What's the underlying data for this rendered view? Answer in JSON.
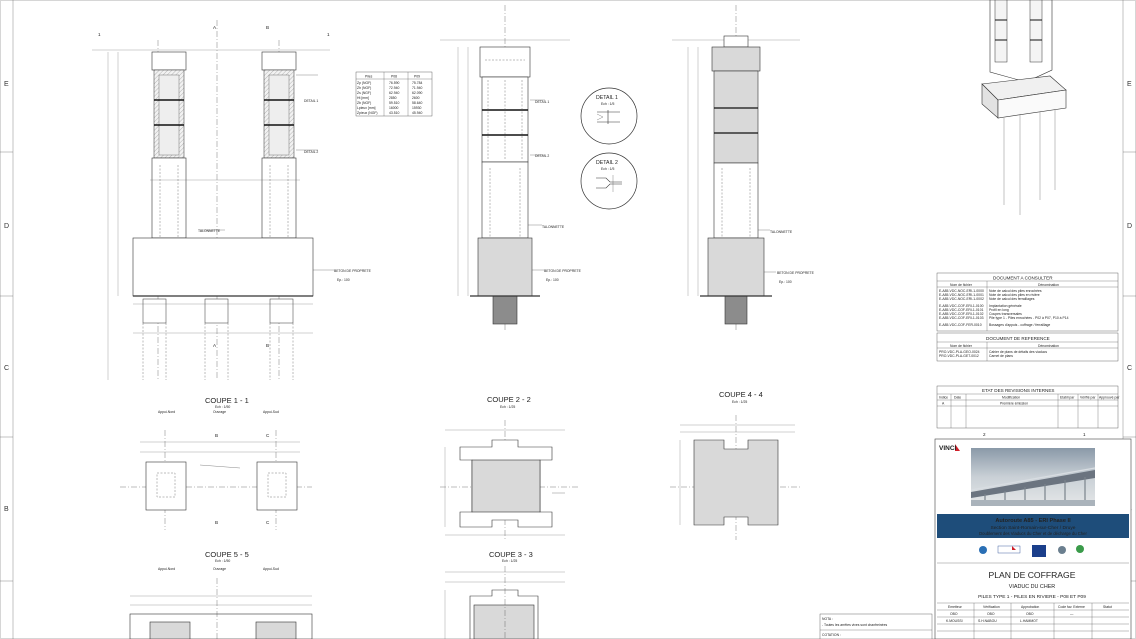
{
  "edge_letters": [
    "E",
    "D",
    "C",
    "B"
  ],
  "edge_numbers": [
    "2",
    "1"
  ],
  "tops": {
    "a_left": "A",
    "b_left": "B",
    "num1": "1",
    "a_left_bottom": "A",
    "b_left_bottom": "B"
  },
  "levels_table": {
    "headers": [
      "Piles",
      "P08",
      "P09"
    ],
    "rows": [
      [
        "Zp (NGF)",
        "76.590",
        "75.784"
      ],
      [
        "Zh (NGF)",
        "72.940",
        "71.940"
      ],
      [
        "Zs (NGF)",
        "62.940",
        "62.090"
      ],
      [
        "Ht [mm]",
        "2850",
        "2600"
      ],
      [
        "Zb (NGF)",
        "59.510",
        "58.640"
      ],
      [
        "Lpieux [mm]",
        "16000",
        "15930"
      ],
      [
        "Zpieux (NGF)",
        "43.510",
        "45.940"
      ]
    ]
  },
  "details": [
    {
      "title": "DETAIL 1",
      "scale": "Ech : 1/5"
    },
    {
      "title": "DETAIL 2",
      "scale": "Ech : 1/5"
    }
  ],
  "sections": [
    {
      "title": "COUPE 1 - 1",
      "scale": "Ech : 1/50"
    },
    {
      "title": "COUPE 2 - 2",
      "scale": "Ech : 1/25"
    },
    {
      "title": "COUPE 4 - 4",
      "scale": "Ech : 1/25"
    },
    {
      "title": "COUPE 5 - 5",
      "scale": "Ech : 1/50"
    },
    {
      "title": "COUPE 3 - 3",
      "scale": "Ech : 1/25"
    }
  ],
  "plan_labels": {
    "appui_nord": "Appui-Nord",
    "ouvrage": "Ouvrage",
    "appui_sud": "Appui-Sud",
    "appui_nord_2": "Appui-Nord",
    "ouvrage_2": "Ouvrage",
    "appui_sud_2": "Appui-Sud"
  },
  "annotations": {
    "talonnette": "TALONNETTE",
    "beton_proprete": "BETON DE PROPRETE",
    "detail_1": "DETAIL 1",
    "detail_2": "DETAIL 2",
    "beton_ep": "Ep.: 100"
  },
  "doc_consult": {
    "title": "DOCUMENT A CONSULTER",
    "headers": [
      "Nom de fichier",
      "Dénomination"
    ],
    "rows": [
      [
        "E-A85-VDC-NOC-ERI-1-0000",
        "Note de calcul des piles enrochées"
      ],
      [
        "E-A85-VDC-NOC-ERI-1-0001",
        "Note de calcul des piles en rivière"
      ],
      [
        "E-A85-VDC-NOC-ERI-1-0002",
        "Note de calcul des ferraillages"
      ],
      [
        "E-A85-VDC-COF-ERI-1-0100",
        "Implantation générale"
      ],
      [
        "E-A85-VDC-COF-ERI-1-0101",
        "Profil en long"
      ],
      [
        "E-A85-VDC-COF-ERI-1-0102",
        "Coupes transversales"
      ],
      [
        "E-A85-VDC-COF-ERI-1-0103",
        "Pile type 1 - Piles enrochées - P02 à P07, P10 à P14"
      ],
      [
        "E-A85-VDC-COF-FER-0010",
        "Bossages d'appuis - coffrage / ferraillage"
      ]
    ]
  },
  "doc_ref": {
    "title": "DOCUMENT DE REFERENCE",
    "headers": [
      "Nom de fichier",
      "Dénomination"
    ],
    "rows": [
      [
        "PRO-VDC-PLA-GEO-0024",
        "Cahier de plans de détails des viaducs"
      ],
      [
        "PRO-VDC-PLA-GET-0012",
        "Carnet de plans"
      ]
    ]
  },
  "revisions": {
    "title": "ETAT DES REVISIONS INTERNES",
    "headers": [
      "Indice",
      "Date",
      "Modification",
      "Etabli par",
      "Vérifié par",
      "Approuvé par"
    ],
    "rows": [
      [
        "A",
        "",
        "Première émission",
        "",
        "",
        ""
      ]
    ]
  },
  "cartouche": {
    "logo": "VINCI",
    "band_line1": "Autoroute A85 - ERI Phase II",
    "band_line2": "Section Saint-Romain-sur-Cher / Druye",
    "band_line3": "Doublement des Viaducs du Cher et de décharge du Cher",
    "title": "PLAN DE COFFRAGE",
    "subtitle": "VIADUC DU CHER",
    "subtitle2": "PILES TYPE 1 - PILES EN RIVIERE - P08 ET P09",
    "footer_headers": [
      "Emetteur",
      "Vérification",
      "Approbation",
      "Code fav. Externe",
      "Statut"
    ],
    "footer_row": [
      "OBO",
      "OBO",
      "OBO",
      "—",
      ""
    ],
    "footer_row2": [
      "K.MOUSSI",
      "S.H.NABOU",
      "L.HAMMOT",
      "",
      ""
    ]
  },
  "notes": {
    "title": "NOTA :",
    "line1": "- Toutes les arrêtes vives sont chanfreinées",
    "cotation": "COTATION :"
  },
  "colors": {
    "band": "#1e4d7a",
    "concrete": "#d9d9d9",
    "dark_concrete": "#8c8c8c",
    "vinci_red": "#d0202a",
    "vinci_blue": "#1b3f8b"
  }
}
